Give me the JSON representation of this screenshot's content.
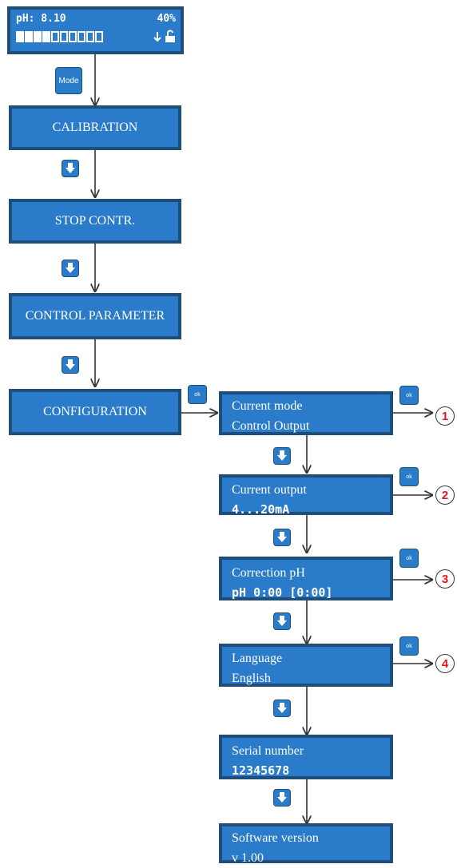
{
  "display": {
    "ph_reading": "pH: 8.10",
    "percent": "40%",
    "bar_filled_segments": 4,
    "bar_total_segments": 10
  },
  "keys": {
    "mode": "Mode",
    "ok": "ok"
  },
  "main_menu": {
    "calibration": "CALIBRATION",
    "stop_control": "STOP CONTR.",
    "control_parameter": "CONTROL PARAMETER",
    "configuration": "CONFIGURATION"
  },
  "config_menu": {
    "current_mode": {
      "line1": "Current mode",
      "line2": "Control Output",
      "marker": "1"
    },
    "current_output": {
      "line1": "Current output",
      "line2": "4...20mA",
      "marker": "2"
    },
    "correction_ph": {
      "line1": "Correction pH",
      "line2": "pH 0:00 [0:00]",
      "marker": "3"
    },
    "language": {
      "line1": "Language",
      "line2": "English",
      "marker": "4"
    },
    "serial_number": {
      "line1": "Serial number",
      "line2": "12345678"
    },
    "software_version": {
      "line1": "Software version",
      "line2": "v 1.00"
    }
  },
  "colors": {
    "box_fill": "#2a7bc9",
    "box_border": "#1f4e7a",
    "marker_number": "#e8141c"
  }
}
